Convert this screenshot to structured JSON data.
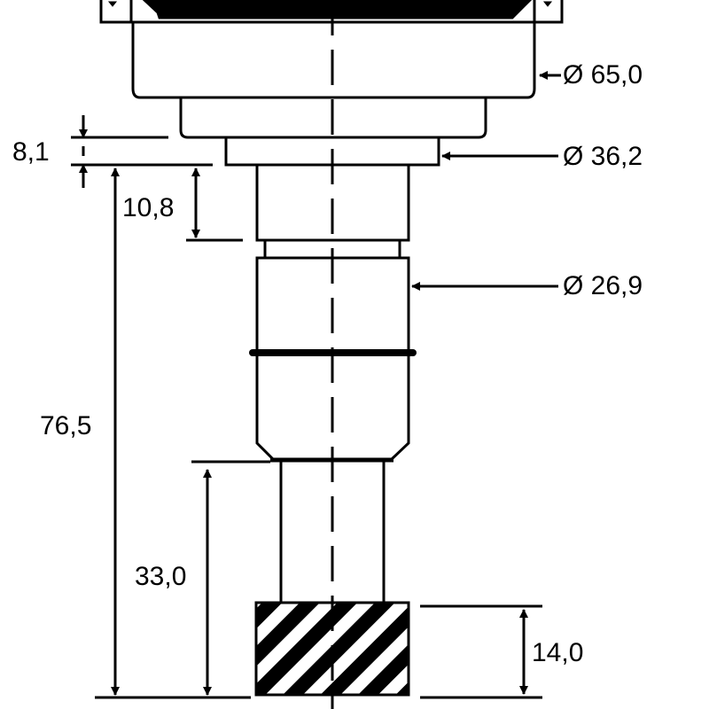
{
  "colors": {
    "line": "#000000",
    "background": "#ffffff"
  },
  "dimensions": {
    "dia_65": "Ø 65,0",
    "dia_36": "Ø 36,2",
    "dia_26": "Ø 26,9",
    "h_8_1": "8,1",
    "h_10_8": "10,8",
    "h_76_5": "76,5",
    "h_33_0": "33,0",
    "h_14_0": "14,0"
  }
}
